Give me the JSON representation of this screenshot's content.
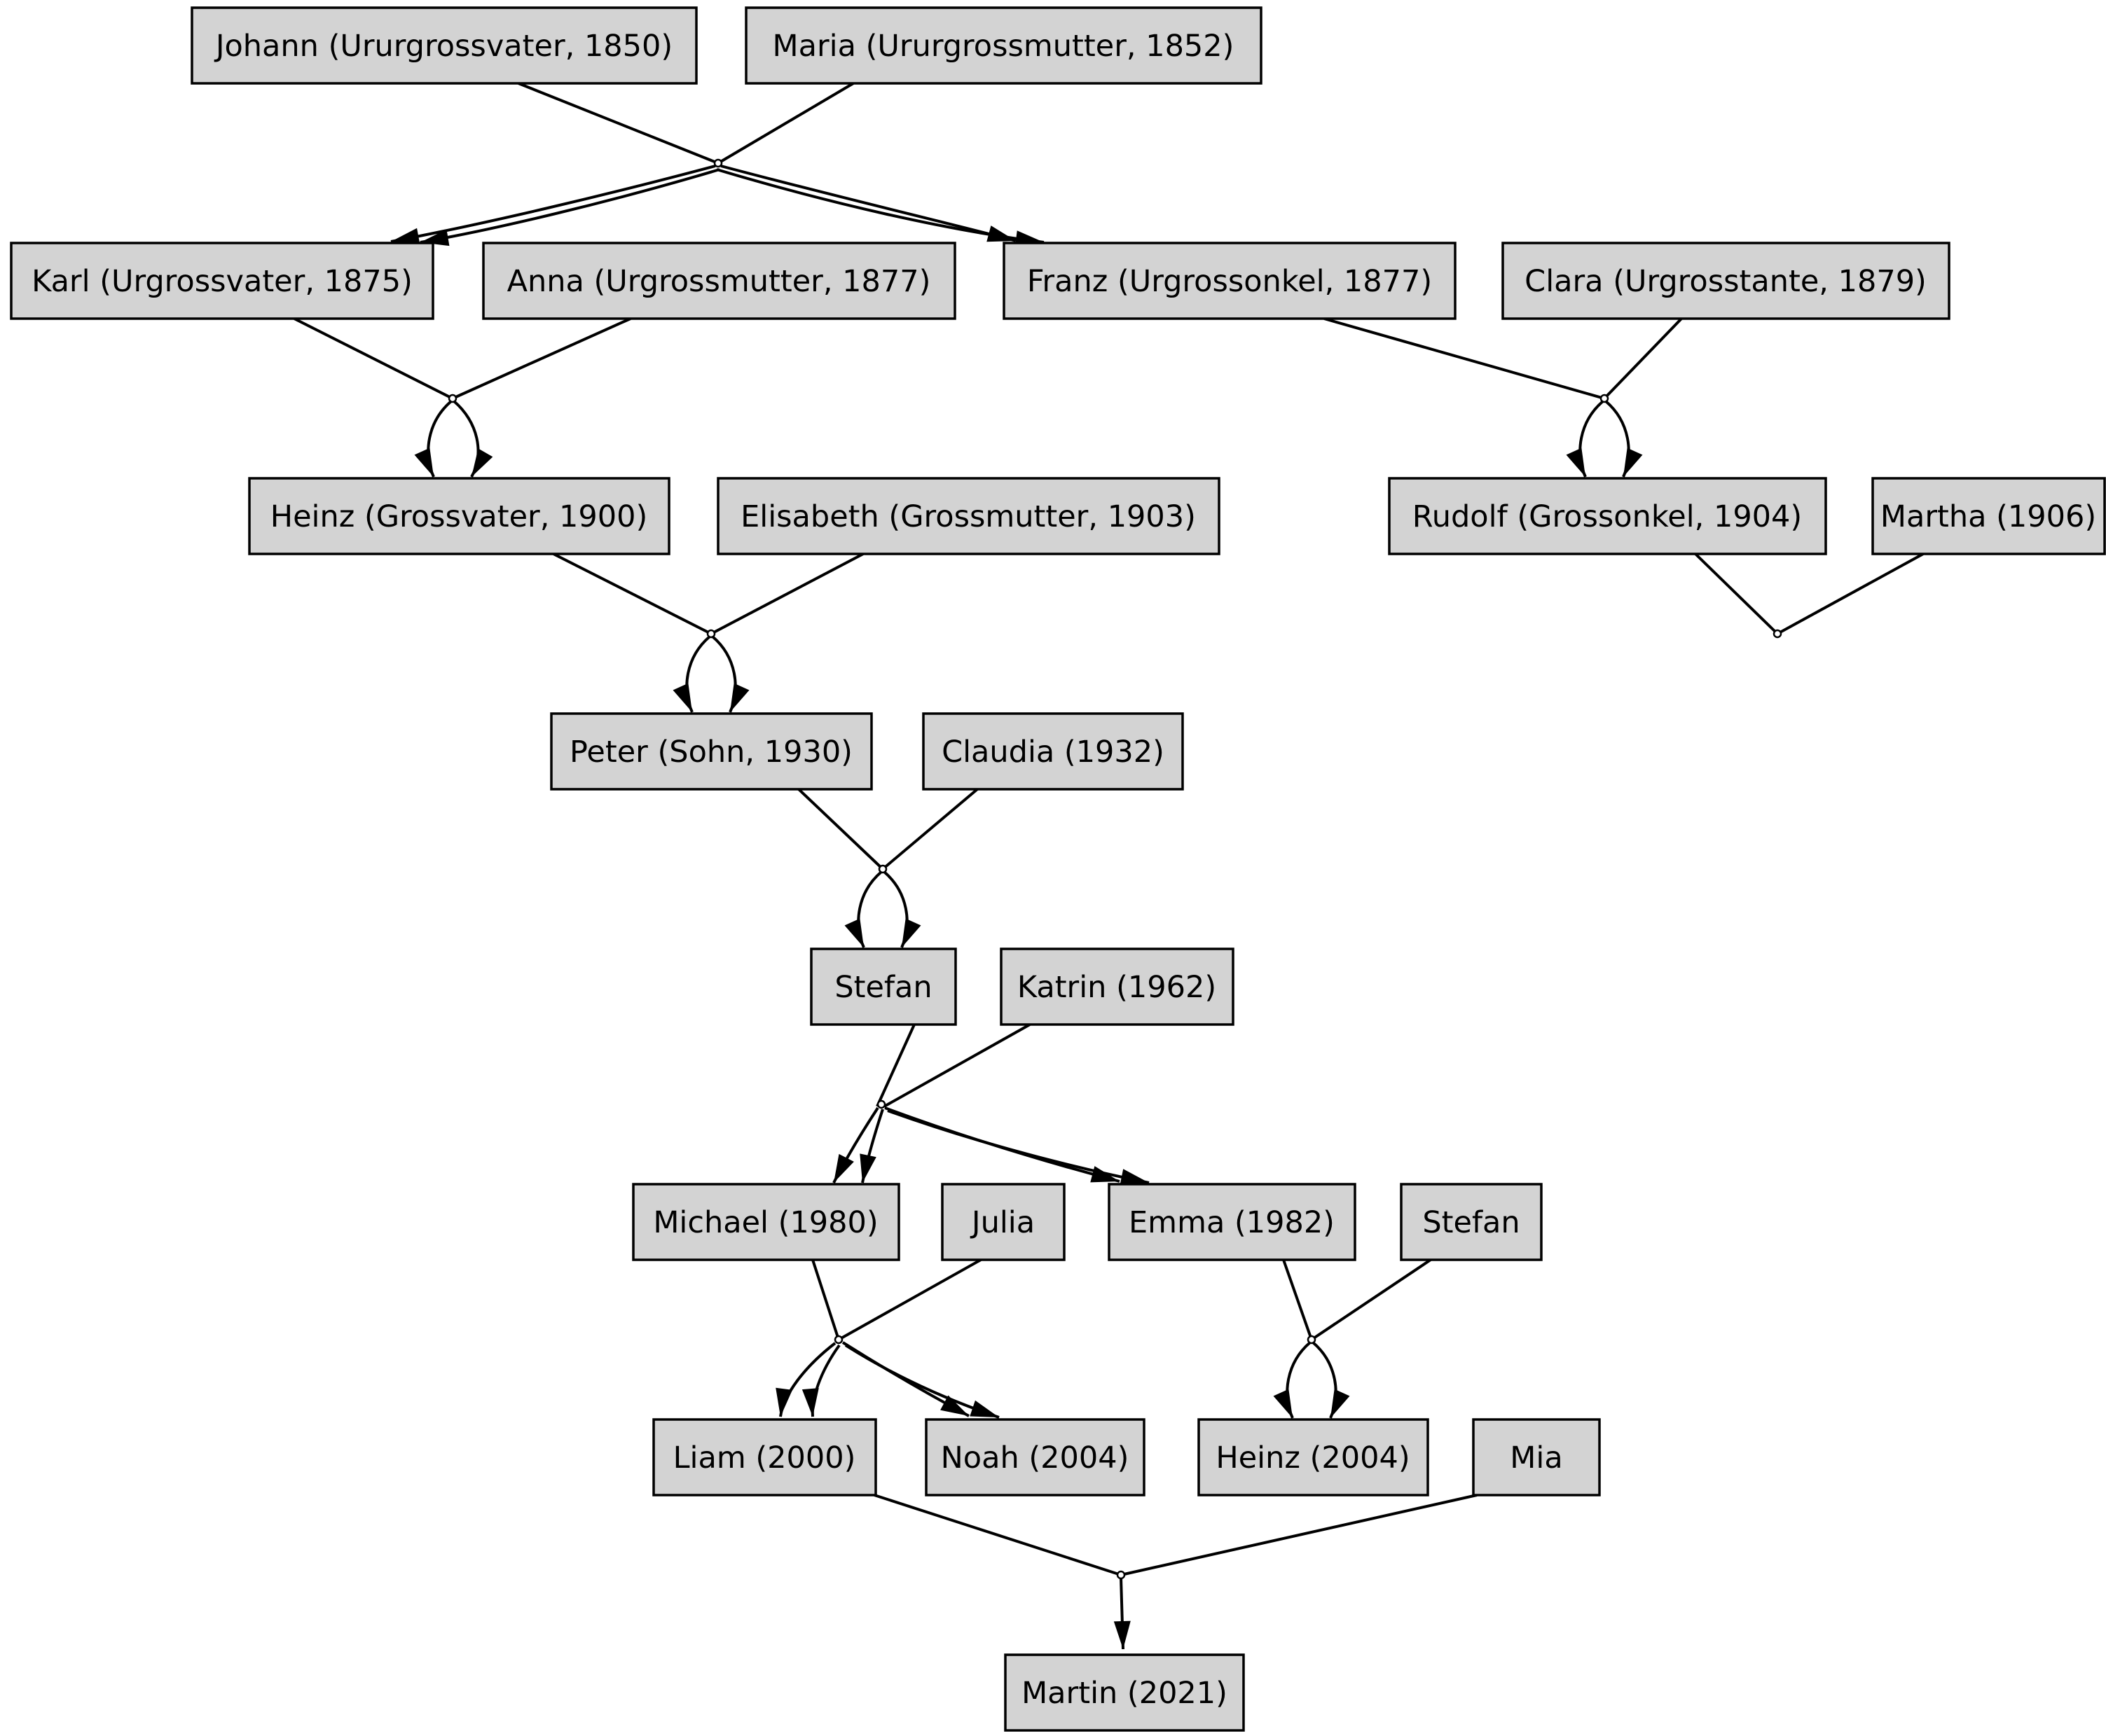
{
  "diagram": {
    "title": "Family tree graph",
    "background_color": "#ffffff",
    "node_fill_color": "#d3d3d3",
    "node_border_color": "#000000",
    "edge_color": "#000000"
  },
  "nodes": {
    "johann": {
      "label": "Johann (Ururgrossvater, 1850)"
    },
    "maria": {
      "label": "Maria (Ururgrossmutter, 1852)"
    },
    "karl": {
      "label": "Karl (Urgrossvater, 1875)"
    },
    "anna": {
      "label": "Anna (Urgrossmutter, 1877)"
    },
    "franz": {
      "label": "Franz (Urgrossonkel, 1877)"
    },
    "clara": {
      "label": "Clara (Urgrosstante, 1879)"
    },
    "heinz": {
      "label": "Heinz (Grossvater, 1900)"
    },
    "elisabeth": {
      "label": "Elisabeth (Grossmutter, 1903)"
    },
    "rudolf": {
      "label": "Rudolf (Grossonkel, 1904)"
    },
    "martha": {
      "label": "Martha (1906)"
    },
    "peter": {
      "label": "Peter (Sohn, 1930)"
    },
    "claudia": {
      "label": "Claudia (1932)"
    },
    "stefan": {
      "label": "Stefan"
    },
    "katrin": {
      "label": "Katrin (1962)"
    },
    "michael": {
      "label": "Michael (1980)"
    },
    "julia": {
      "label": "Julia"
    },
    "emma": {
      "label": "Emma (1982)"
    },
    "stefan2": {
      "label": "Stefan"
    },
    "liam": {
      "label": "Liam (2000)"
    },
    "noah": {
      "label": "Noah (2004)"
    },
    "heinz2004": {
      "label": "Heinz (2004)"
    },
    "mia": {
      "label": "Mia"
    },
    "martin": {
      "label": "Martin (2021)"
    }
  },
  "families": [
    {
      "parents": [
        "johann",
        "maria"
      ],
      "children": [
        "karl",
        "franz"
      ]
    },
    {
      "parents": [
        "karl",
        "anna"
      ],
      "children": [
        "heinz"
      ]
    },
    {
      "parents": [
        "franz",
        "clara"
      ],
      "children": [
        "rudolf"
      ]
    },
    {
      "parents": [
        "rudolf",
        "martha"
      ],
      "children": []
    },
    {
      "parents": [
        "heinz",
        "elisabeth"
      ],
      "children": [
        "peter"
      ]
    },
    {
      "parents": [
        "peter",
        "claudia"
      ],
      "children": [
        "stefan"
      ]
    },
    {
      "parents": [
        "stefan",
        "katrin"
      ],
      "children": [
        "michael",
        "emma"
      ]
    },
    {
      "parents": [
        "michael",
        "julia"
      ],
      "children": [
        "liam",
        "noah"
      ]
    },
    {
      "parents": [
        "emma",
        "stefan2"
      ],
      "children": [
        "heinz2004"
      ]
    },
    {
      "parents": [
        "liam",
        "mia"
      ],
      "children": [
        "martin"
      ]
    }
  ]
}
